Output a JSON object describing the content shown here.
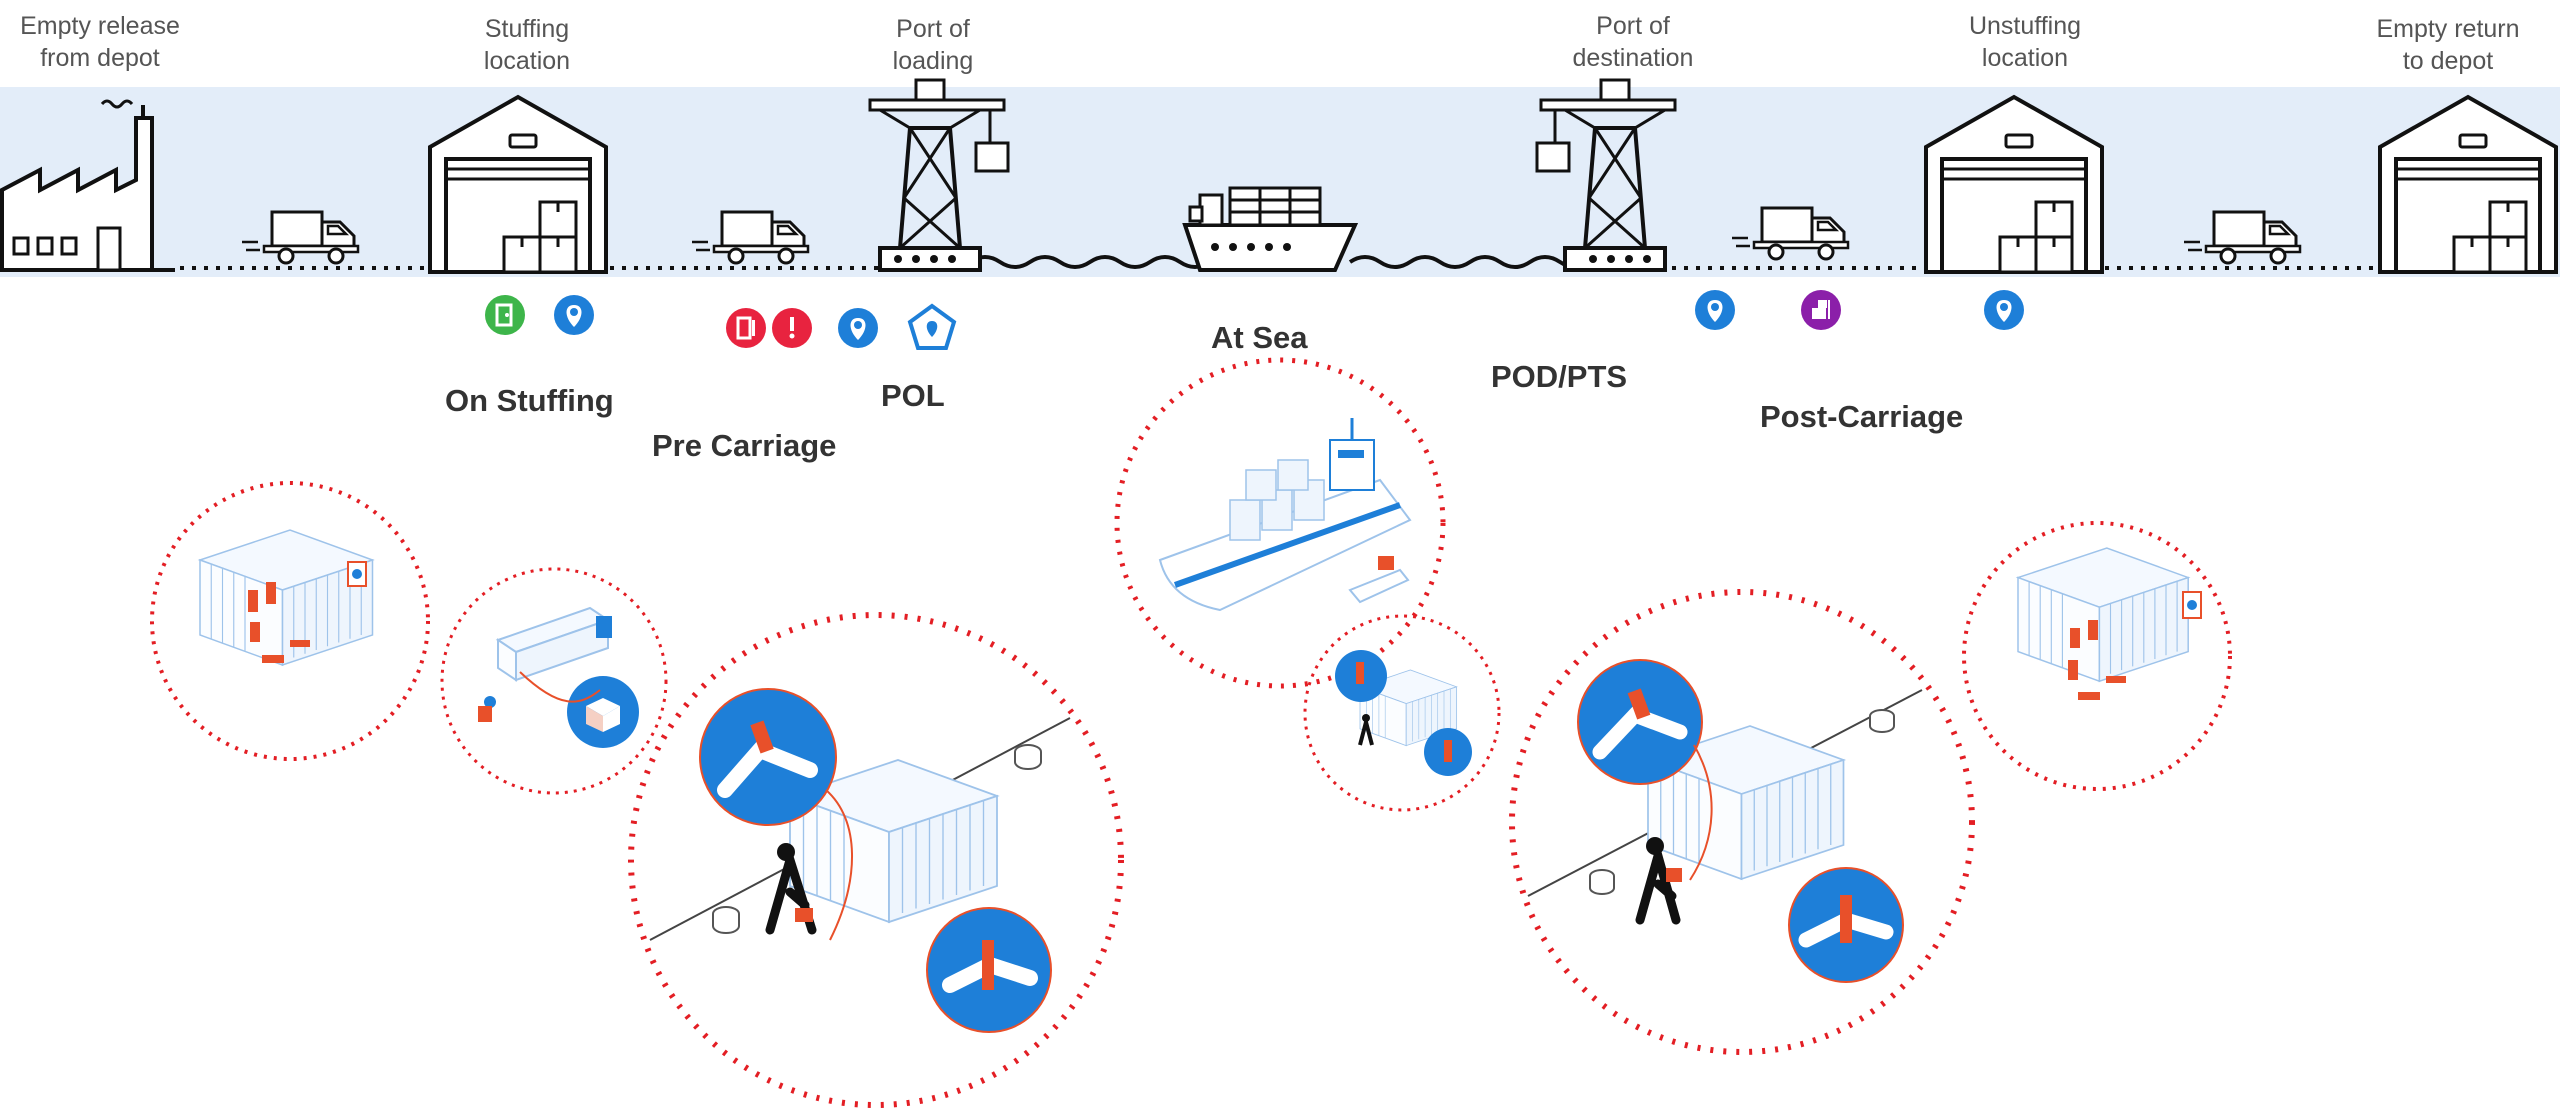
{
  "top_labels": {
    "empty_release": [
      "Empty release",
      "from depot"
    ],
    "stuffing": [
      "Stuffing",
      "location"
    ],
    "port_loading": [
      "Port of",
      "loading"
    ],
    "port_destination": [
      "Port of",
      "destination"
    ],
    "unstuffing": [
      "Unstuffing",
      "location"
    ],
    "empty_return": [
      "Empty return",
      "to depot"
    ]
  },
  "phases": {
    "on_stuffing": "On Stuffing",
    "pre_carriage": "Pre Carriage",
    "pol": "POL",
    "at_sea": "At Sea",
    "pod_pts": "POD/PTS",
    "post_carriage": "Post-Carriage"
  },
  "status_icons": [
    {
      "name": "green-door-icon",
      "color": "#3db54a"
    },
    {
      "name": "blue-location-pin-icon",
      "color": "#1e7fd8"
    },
    {
      "name": "red-door-alert-icon",
      "color": "#e8233f"
    },
    {
      "name": "red-exclamation-icon",
      "color": "#e8233f"
    },
    {
      "name": "blue-location-pin-icon",
      "color": "#1e7fd8"
    },
    {
      "name": "blue-pentagon-pin-icon",
      "color": "#1e7fd8"
    },
    {
      "name": "blue-location-pin-icon",
      "color": "#1e7fd8"
    },
    {
      "name": "purple-cargo-icon",
      "color": "#8b1fa9"
    },
    {
      "name": "blue-location-pin-icon",
      "color": "#1e7fd8"
    }
  ],
  "colors": {
    "band": "#e3edf9",
    "line_art": "#111111",
    "accent_red": "#e31e24",
    "seal_orange": "#e8502a",
    "illustration_blue": "#1e7fd8",
    "illustration_light_blue": "#9ec3ea"
  }
}
